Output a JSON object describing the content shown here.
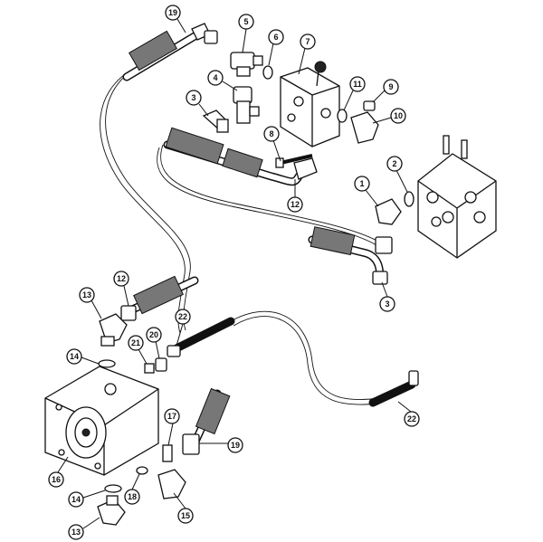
{
  "callouts": [
    {
      "label": "19"
    },
    {
      "label": "5"
    },
    {
      "label": "6"
    },
    {
      "label": "7"
    },
    {
      "label": "4"
    },
    {
      "label": "3"
    },
    {
      "label": "11"
    },
    {
      "label": "9"
    },
    {
      "label": "10"
    },
    {
      "label": "8"
    },
    {
      "label": "12"
    },
    {
      "label": "1"
    },
    {
      "label": "2"
    },
    {
      "label": "3"
    },
    {
      "label": "13"
    },
    {
      "label": "12"
    },
    {
      "label": "22"
    },
    {
      "label": "14"
    },
    {
      "label": "21"
    },
    {
      "label": "20"
    },
    {
      "label": "22"
    },
    {
      "label": "17"
    },
    {
      "label": "19"
    },
    {
      "label": "16"
    },
    {
      "label": "18"
    },
    {
      "label": "14"
    },
    {
      "label": "15"
    },
    {
      "label": "13"
    }
  ]
}
